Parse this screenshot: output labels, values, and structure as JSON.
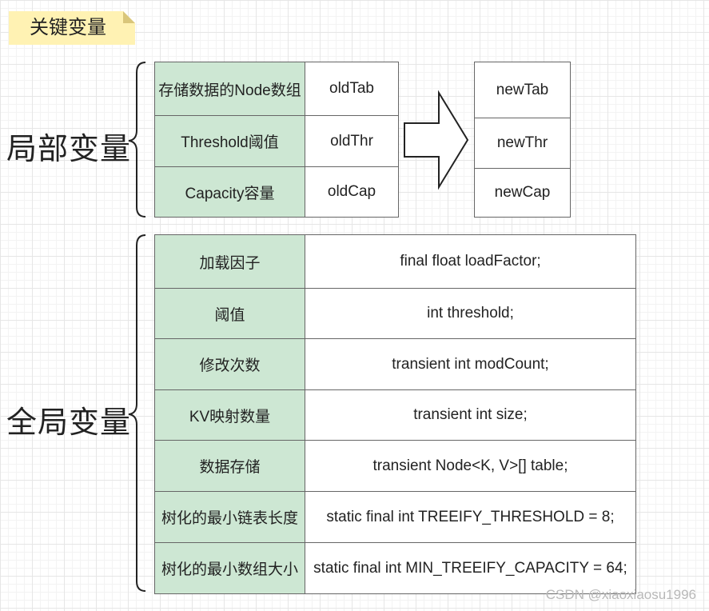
{
  "title": "关键变量",
  "local": {
    "label": "局部变量",
    "rows": [
      {
        "name": "存储数据的Node数组",
        "old": "oldTab",
        "new": "newTab"
      },
      {
        "name": "Threshold阈值",
        "old": "oldThr",
        "new": "newThr"
      },
      {
        "name": "Capacity容量",
        "old": "oldCap",
        "new": "newCap"
      }
    ]
  },
  "global": {
    "label": "全局变量",
    "rows": [
      {
        "name": "加载因子",
        "decl": "final float loadFactor;"
      },
      {
        "name": "阈值",
        "decl": "int threshold;"
      },
      {
        "name": "修改次数",
        "decl": "transient int modCount;"
      },
      {
        "name": "KV映射数量",
        "decl": "transient int size;"
      },
      {
        "name": "数据存储",
        "decl": "transient Node<K, V>[] table;"
      },
      {
        "name": "树化的最小链表长度",
        "decl": "static final int TREEIFY_THRESHOLD = 8;"
      },
      {
        "name": "树化的最小数组大小",
        "decl": "static final int MIN_TREEIFY_CAPACITY = 64;"
      }
    ]
  },
  "watermark": "CSDN @xiaoxiaosu1996",
  "colors": {
    "name_cell": "#cde7d3",
    "note": "#fff2b3"
  }
}
